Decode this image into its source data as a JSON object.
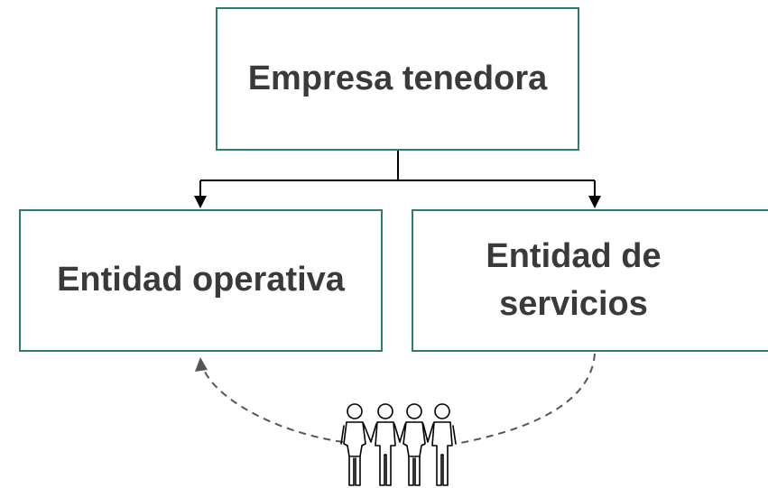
{
  "diagram": {
    "top_node": {
      "label": "Empresa tenedora"
    },
    "left_node": {
      "label": "Entidad operativa"
    },
    "right_node": {
      "label": "Entidad de\nservicios"
    },
    "people_icon": "group-of-people-icon",
    "colors": {
      "box_border": "#2e7d72",
      "text": "#3a3a3a",
      "connector": "#000000",
      "dashed_arrow": "#555555"
    }
  }
}
